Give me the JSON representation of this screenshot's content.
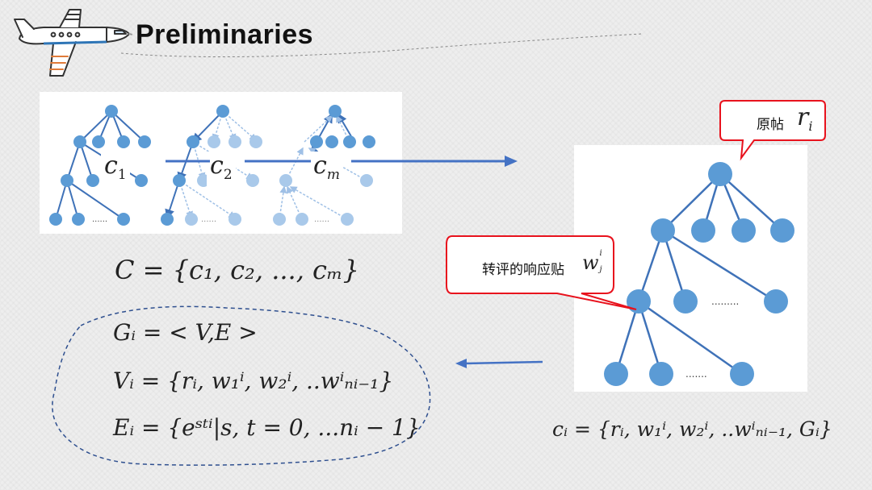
{
  "title": "Preliminaries",
  "left_panel": {
    "cascade_labels": [
      "c",
      "c",
      "c"
    ],
    "cascade_subscripts": [
      "1",
      "2",
      "m"
    ],
    "ellipsis": "......"
  },
  "cascade_set": "C = {c₁, c₂, ..., cₘ}",
  "graph_defs": {
    "g": "Gᵢ = < V,E >",
    "v": "Vᵢ = {rᵢ, w₁ⁱ, w₂ⁱ, ..wⁱₙᵢ₋₁}",
    "e": "Eᵢ = {eˢᵗⁱ|s, t = 0, ...nᵢ − 1}"
  },
  "right_panel": {
    "ellipsis_row2": ".........",
    "ellipsis_row3": "......."
  },
  "callouts": {
    "root": {
      "text": "原帖",
      "symbol": "r",
      "sub": "i"
    },
    "reply": {
      "text": "转评的响应贴",
      "symbol": "w",
      "sub": "j",
      "sup": "i"
    }
  },
  "cascade_def": "cᵢ = {rᵢ, w₁ⁱ, w₂ⁱ, ..wⁱₙᵢ₋₁, Gᵢ}",
  "colors": {
    "node": "#5b9bd5",
    "node_light": "#a9c9ea",
    "edge": "#3f72b8",
    "arrow": "#4472c4",
    "callout_border": "#e8121d",
    "dashed_border": "#2e4f8f"
  }
}
